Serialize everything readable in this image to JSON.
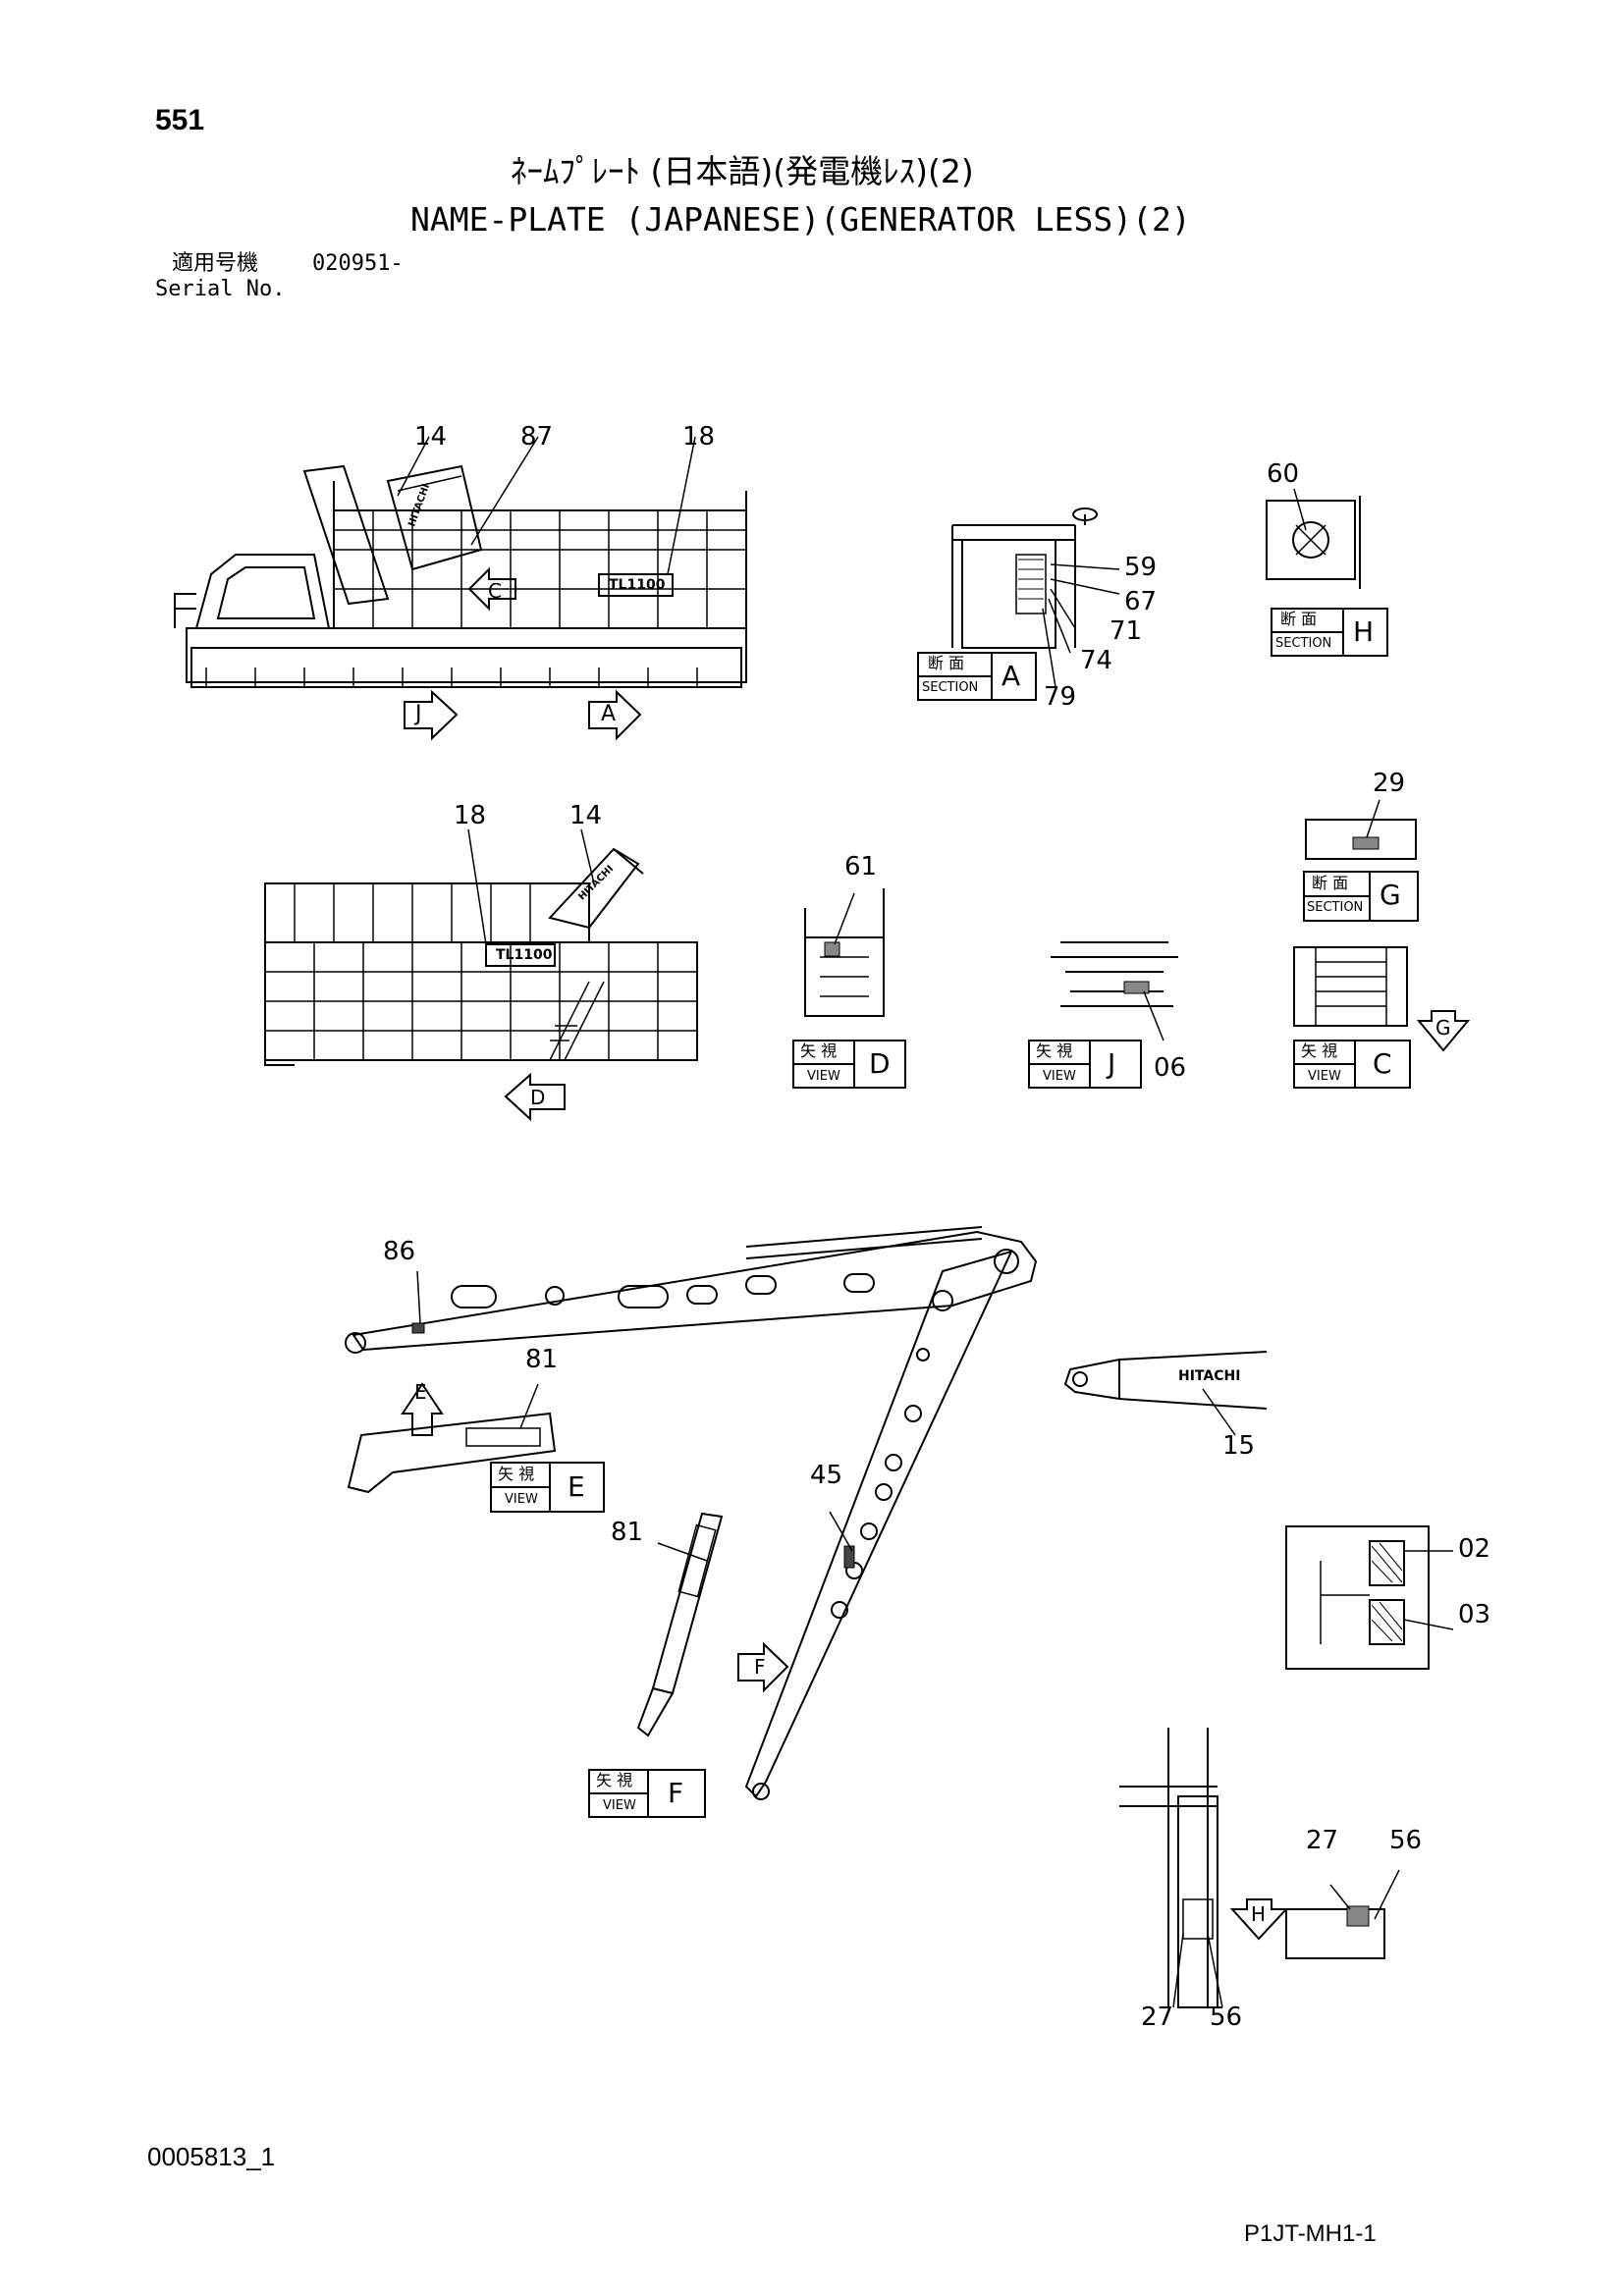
{
  "page": {
    "page_number": "551",
    "title_jp": "ﾈｰﾑﾌﾟﾚｰﾄ (日本語)(発電機ﾚｽ)(2)",
    "title_en": "NAME-PLATE (JAPANESE)(GENERATOR LESS)(2)",
    "serial_label_jp": "適用号機",
    "serial_value": "020951-",
    "serial_label_en": "Serial No.",
    "doc_number": "0005813_1",
    "catalog_code": "P1JT-MH1-1"
  },
  "callouts": {
    "c14a": "14",
    "c87": "87",
    "c18a": "18",
    "c18b": "18",
    "c14b": "14",
    "c60": "60",
    "c59": "59",
    "c67": "67",
    "c71": "71",
    "c74": "74",
    "c79": "79",
    "c61": "61",
    "c06": "06",
    "c29": "29",
    "c86": "86",
    "c81a": "81",
    "c81b": "81",
    "c45": "45",
    "c15": "15",
    "c02": "02",
    "c03": "03",
    "c27a": "27",
    "c56a": "56",
    "c27b": "27",
    "c56b": "56"
  },
  "view_arrows": {
    "j": "J",
    "a": "A",
    "c": "C",
    "d": "D",
    "g": "G",
    "e": "E",
    "f": "F",
    "h": "H"
  },
  "labels": {
    "section_jp": "断 面",
    "section_en": "SECTION",
    "view_jp": "矢 視",
    "view_en": "VIEW",
    "section_a": "A",
    "section_h": "H",
    "section_g": "G",
    "view_d": "D",
    "view_j": "J",
    "view_c": "C",
    "view_e": "E",
    "view_f": "F"
  },
  "plate_texts": {
    "hitachi": "HITACHI",
    "model": "TL1100"
  }
}
